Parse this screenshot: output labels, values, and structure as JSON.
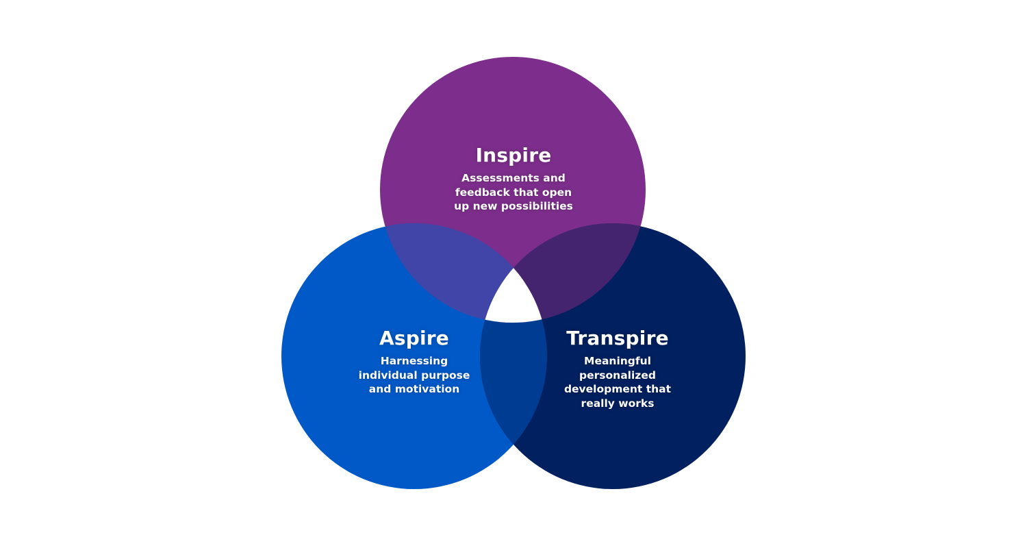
{
  "colors": {
    "inspire": "#7d2e8c",
    "aspire": "#0059c7",
    "transpire": "#00205f",
    "inspire_aspire_overlap": "#4145a8",
    "inspire_transpire_overlap": "#45246f",
    "aspire_transpire_overlap": "#003c92",
    "center": "#ffffff",
    "text": "#ffffff"
  },
  "circles": [
    {
      "id": "inspire",
      "title": "Inspire",
      "lines": [
        "Assessments and",
        "feedback that open",
        "up new possibilities"
      ]
    },
    {
      "id": "aspire",
      "title": "Aspire",
      "lines": [
        "Harnessing",
        "individual purpose",
        "and motivation"
      ]
    },
    {
      "id": "transpire",
      "title": "Transpire",
      "lines": [
        "Meaningful",
        "personalized",
        "development that",
        "really works"
      ]
    }
  ]
}
